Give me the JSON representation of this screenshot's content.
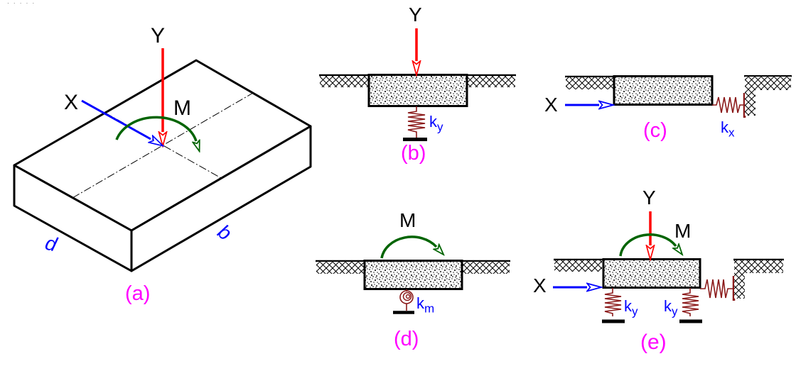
{
  "artifacts": {
    "top_left_dots": "· · · · ·"
  },
  "colors": {
    "axis_x": "#0000ff",
    "axis_y": "#ff0000",
    "moment": "#006400",
    "spring": "#8b1a1a",
    "caption": "#ff00ff",
    "dimension": "#0000ff",
    "outline": "#000000"
  },
  "panels": {
    "a": {
      "caption": "(a)",
      "axis_x": "X",
      "axis_y": "Y",
      "moment": "M",
      "dim_left": "d",
      "dim_right": "b"
    },
    "b": {
      "caption": "(b)",
      "axis_y": "Y",
      "spring_label": {
        "base": "k",
        "sub": "y"
      }
    },
    "c": {
      "caption": "(c)",
      "axis_x": "X",
      "spring_label": {
        "base": "k",
        "sub": "x"
      }
    },
    "d": {
      "caption": "(d)",
      "moment": "M",
      "spring_label": {
        "base": "k",
        "sub": "m"
      }
    },
    "e": {
      "caption": "(e)",
      "axis_x": "X",
      "axis_y": "Y",
      "moment": "M",
      "spring_left": {
        "base": "k",
        "sub": "y"
      },
      "spring_right": {
        "base": "k",
        "sub": "y"
      }
    }
  }
}
